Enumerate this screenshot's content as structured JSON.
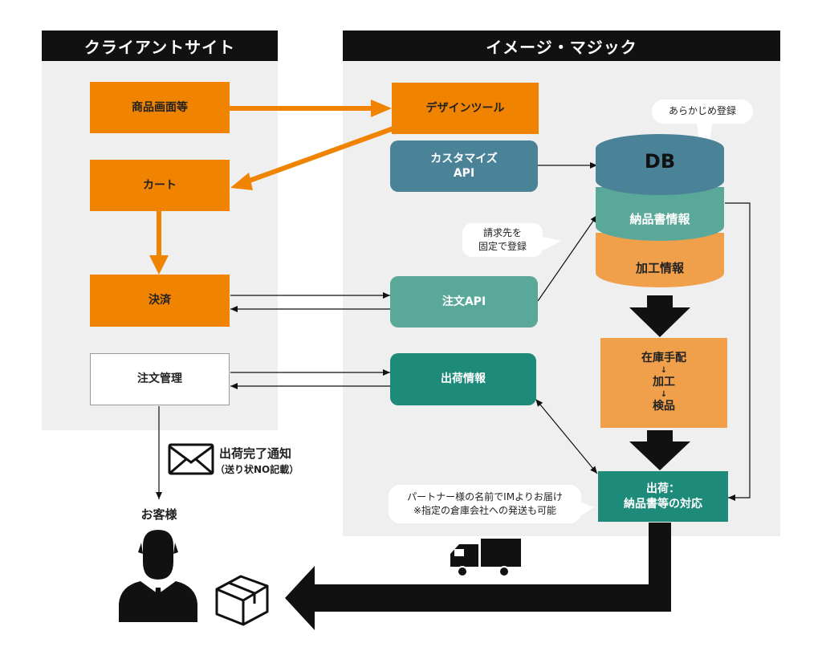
{
  "left_panel": {
    "title": "クライアントサイト"
  },
  "right_panel": {
    "title": "イメージ・マジック"
  },
  "client": {
    "product_page": "商品画面等",
    "cart": "カート",
    "payment": "決済",
    "order_management": "注文管理"
  },
  "im": {
    "design_tool": "デザインツール",
    "customize_api": [
      "カスタマイズ",
      "API"
    ],
    "order_api": "注文API",
    "shipping_info": "出荷情報"
  },
  "db": {
    "label": "DB",
    "layer_invoice": "納品書情報",
    "layer_processing": "加工情報",
    "note": "あらかじめ登録"
  },
  "billing_note": [
    "請求先を",
    "固定で登録"
  ],
  "process": {
    "step1": "在庫手配",
    "arrow": "↓",
    "step2": "加工",
    "step3": "検品"
  },
  "shipping": {
    "line1": "出荷：",
    "line2": "納品書等の対応"
  },
  "partner_note": [
    "パートナー様の名前でIMよりお届け",
    "※指定の倉庫会社への発送も可能"
  ],
  "notification": {
    "title": "出荷完了通知",
    "sub": "（送り状NO記載）"
  },
  "customer": {
    "label": "お客様"
  },
  "colors": {
    "orange": "#f08300",
    "teal": "#5aa89a",
    "dark_teal": "#1e8a7a",
    "steel": "#4a8298",
    "light_orange": "#f0a04b"
  }
}
